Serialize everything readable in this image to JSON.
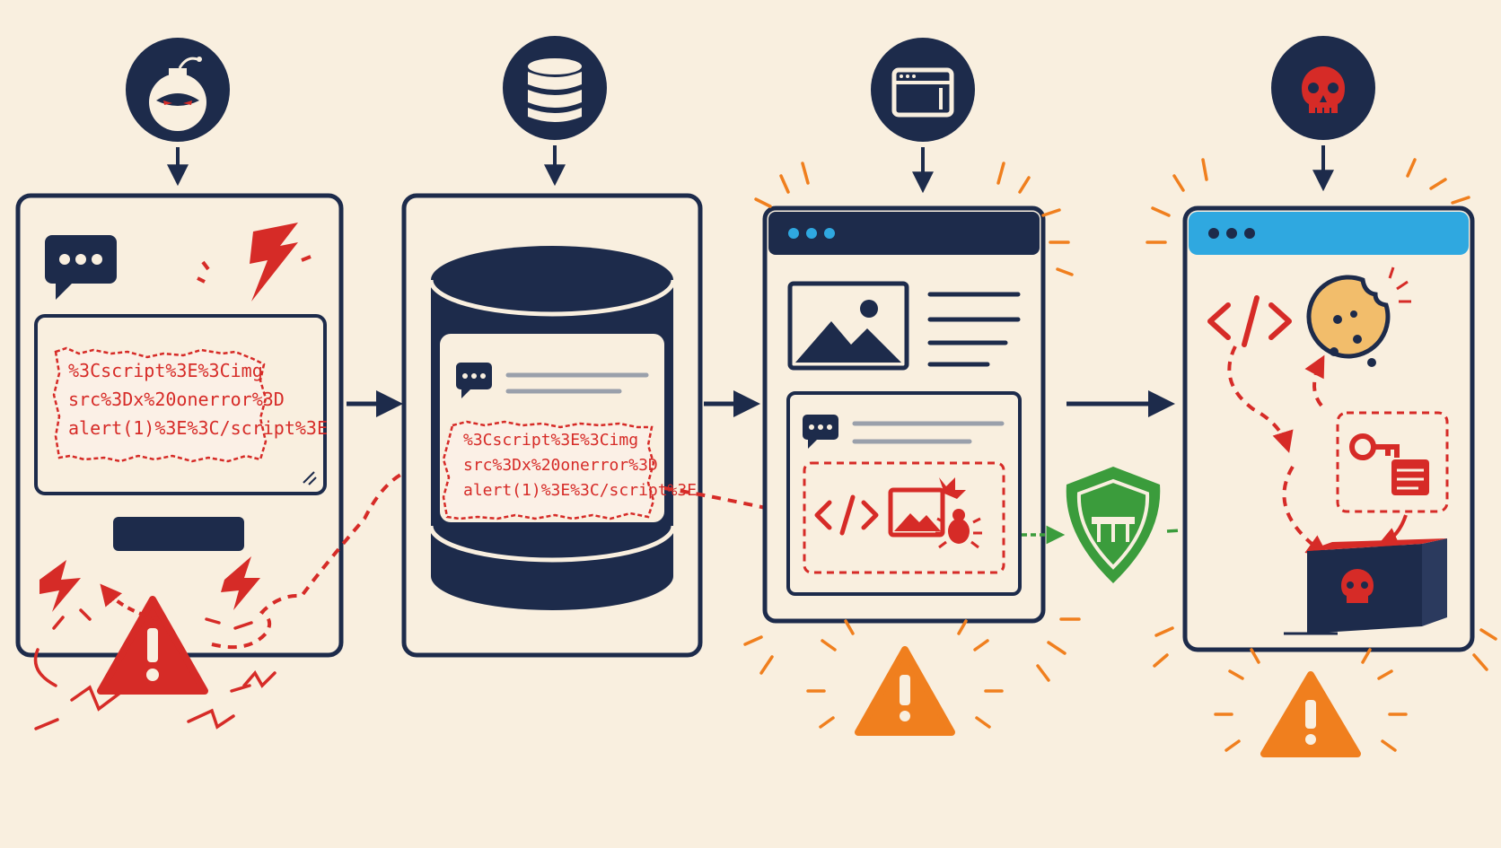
{
  "payload": {
    "line1": "%3Cscript%3E%3Cimg",
    "line2": "src%3Dx%20onerror%3D",
    "line3": "alert(1)%3E%3C/script%3E"
  },
  "stages": [
    {
      "id": "attacker",
      "icon": "bomb-hacker-icon"
    },
    {
      "id": "database",
      "icon": "database-icon"
    },
    {
      "id": "browser",
      "icon": "browser-window-icon"
    },
    {
      "id": "compromise",
      "icon": "skull-icon"
    }
  ],
  "colors": {
    "background": "#f9efdf",
    "navy": "#1d2b4b",
    "red": "#d62b27",
    "orange": "#f07f1e",
    "green": "#3b9c3c",
    "blue": "#2fa8e0",
    "cookie": "#f2bd6b"
  }
}
